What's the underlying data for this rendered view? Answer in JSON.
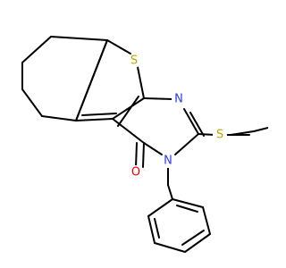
{
  "structure": {
    "atoms": {
      "s_thiophene": "S",
      "n_upper": "N",
      "n_lower": "N",
      "s_thioether": "S",
      "o_carbonyl": "O"
    },
    "colors": {
      "bond": "#000000",
      "sulfur": "#b8a800",
      "nitrogen": "#2d3df0",
      "oxygen": "#ff0000",
      "background": "#ffffff"
    }
  }
}
